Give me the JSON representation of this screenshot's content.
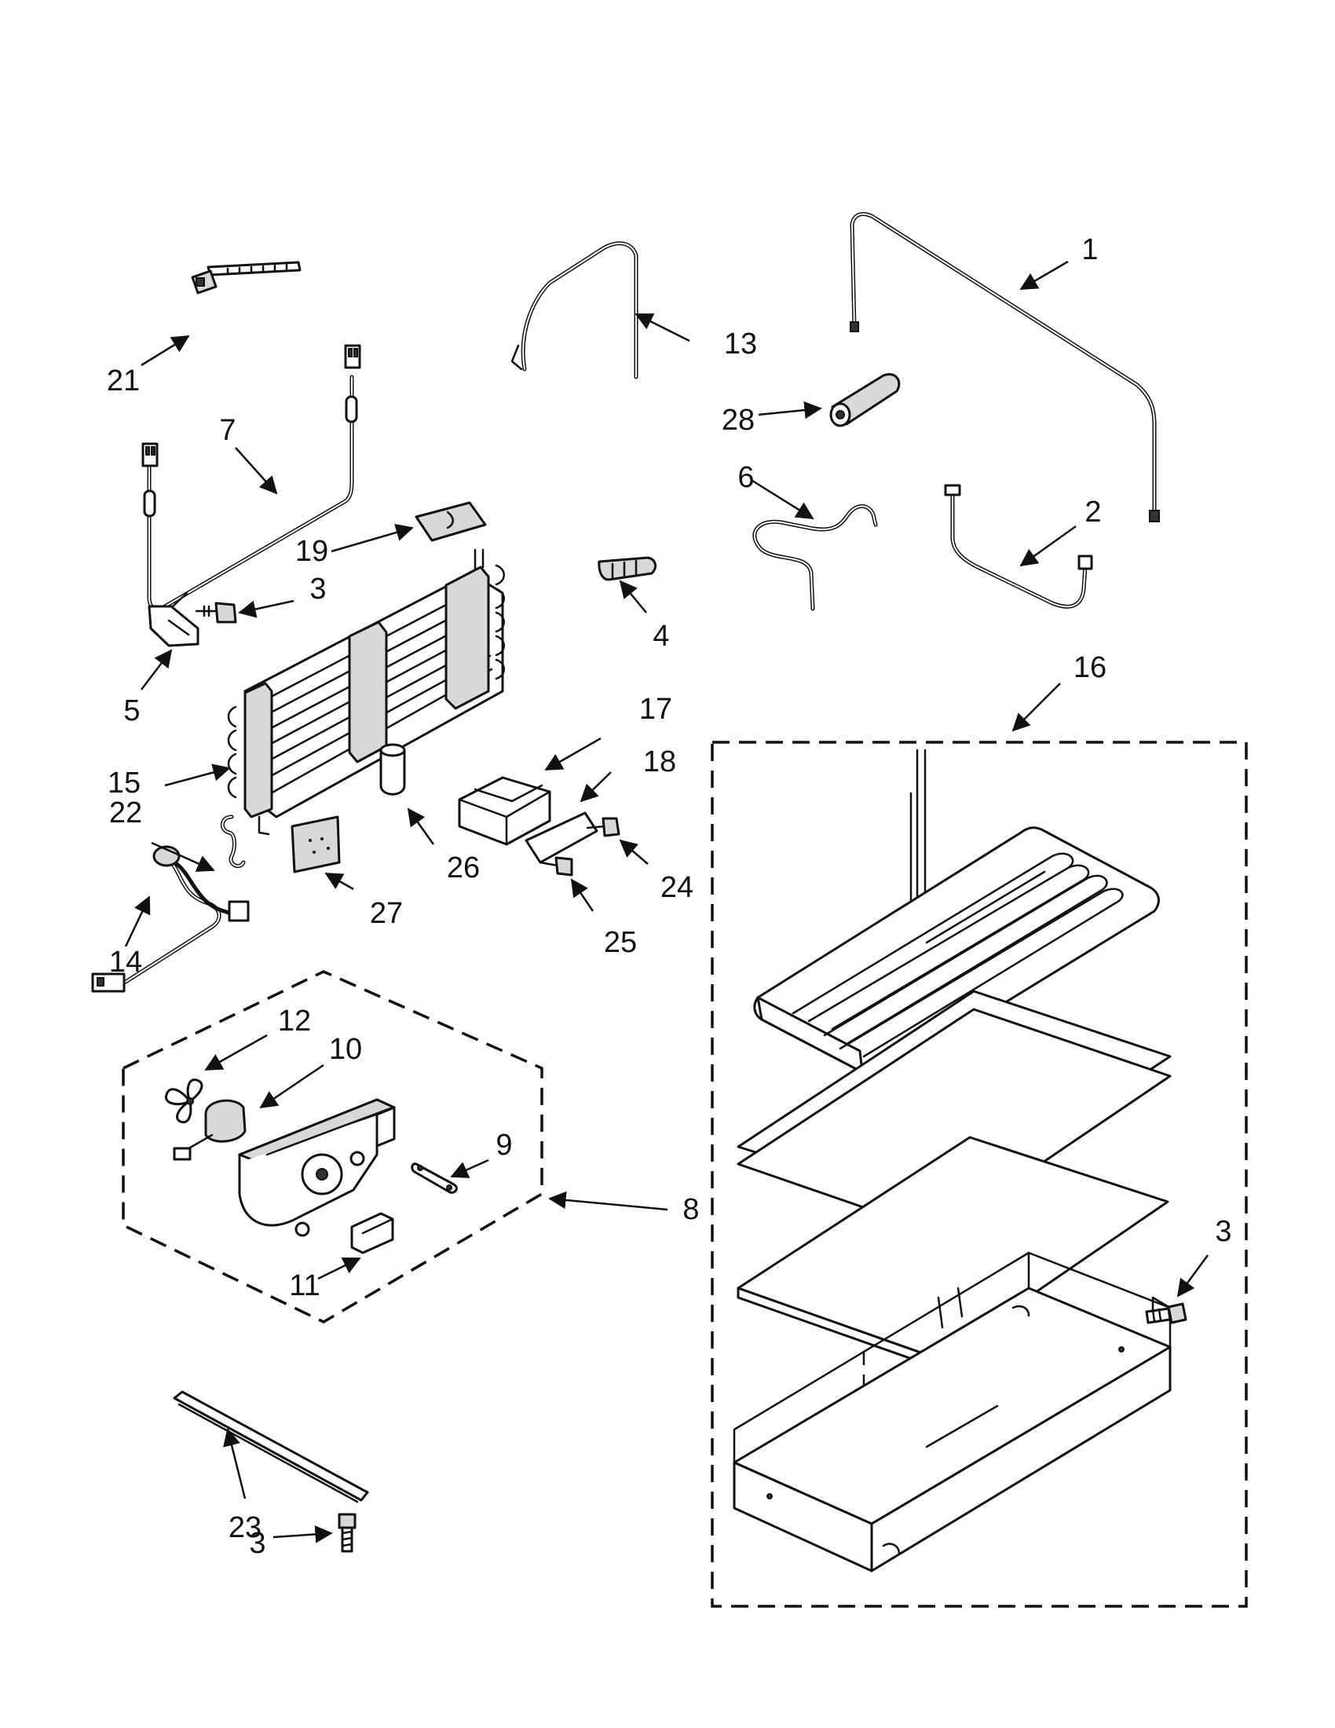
{
  "diagram": {
    "callouts": [
      "1",
      "2",
      "3",
      "4",
      "5",
      "6",
      "7",
      "8",
      "9",
      "10",
      "11",
      "12",
      "13",
      "14",
      "15",
      "16",
      "17",
      "18",
      "19",
      "21",
      "22",
      "23",
      "24",
      "25",
      "26",
      "27",
      "28"
    ],
    "callout_3_repeats": [
      "3",
      "3",
      "3"
    ]
  }
}
